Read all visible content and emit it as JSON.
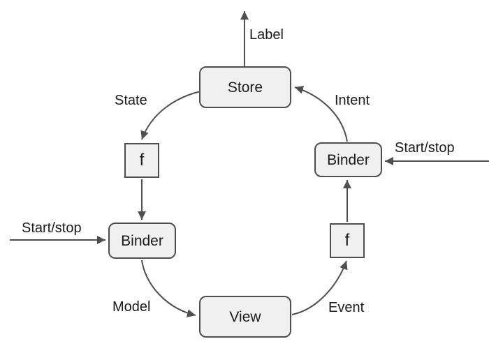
{
  "diagram": {
    "background_color": "#ffffff",
    "node_fill_color": "#f0f0f0",
    "stroke_color": "#4f4f4f",
    "text_color": "#1a1a1a",
    "nodes": {
      "store": {
        "label": "Store"
      },
      "view": {
        "label": "View"
      },
      "binder_left": {
        "label": "Binder"
      },
      "binder_right": {
        "label": "Binder"
      },
      "f_left": {
        "label": "f"
      },
      "f_right": {
        "label": "f"
      }
    },
    "edge_labels": {
      "label": "Label",
      "state": "State",
      "intent": "Intent",
      "model": "Model",
      "event": "Event",
      "start_stop_left": "Start/stop",
      "start_stop_right": "Start/stop"
    }
  }
}
